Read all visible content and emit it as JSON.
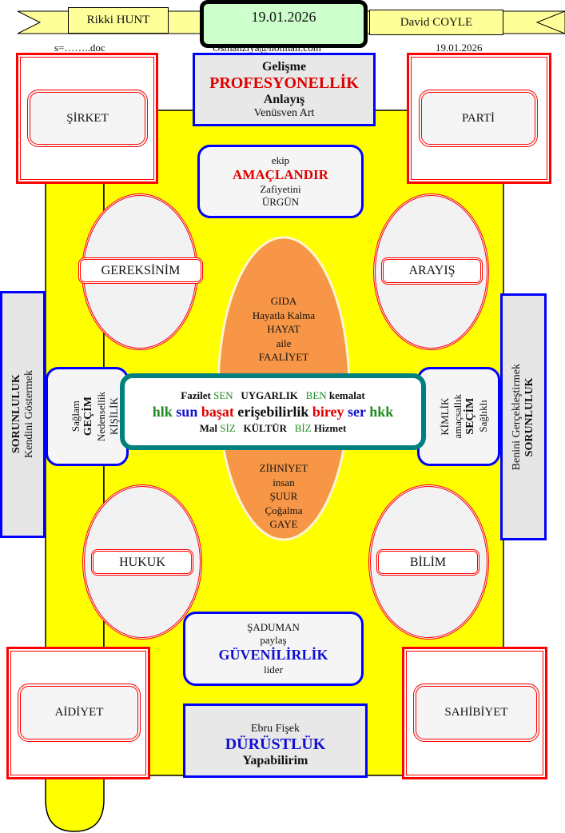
{
  "header": {
    "left_name": "Rikki HUNT",
    "date": "19.01.2026",
    "right_name": "David COYLE"
  },
  "subheader": {
    "doc": "s=……..doc",
    "email": "Osmanziya@hotmail.com",
    "date": "19.01.2026"
  },
  "corners": {
    "top_left": "ŞİRKET",
    "top_right": "PARTİ",
    "bottom_left": "AİDİYET",
    "bottom_right": "SAHİBİYET"
  },
  "top_box": {
    "line1": "Gelişme",
    "line2": "PROFESYONELLİK",
    "line3": "Anlayış",
    "line4": "Venüsven Art"
  },
  "ekip_box": {
    "line1": "ekip",
    "line2": "AMAÇLANDIR",
    "line3": "Zafiyetini",
    "line4": "ÜRGÜN"
  },
  "ellipses": {
    "top_left": "GEREKSİNİM",
    "top_right": "ARAYIŞ",
    "bottom_left": "HUKUK",
    "bottom_right": "BİLİM"
  },
  "orange_top": [
    "GIDA",
    "Hayatla Kalma",
    "HAYAT",
    "aile",
    "FAALİYET"
  ],
  "orange_bottom": [
    "ZİHNİYET",
    "insan",
    "ŞUUR",
    "Çoğalma",
    "GAYE"
  ],
  "left_side": {
    "title": "SORUNLULUK",
    "sub": "Kendini Göstermek"
  },
  "right_side": {
    "title": "SORUNLULUK",
    "sub": "Benini Gerçekleştirmek"
  },
  "left_inner": {
    "l1": "Sağlam",
    "l2": "GEÇİM",
    "l3": "Nedensellik",
    "l4": "KİŞİLİK"
  },
  "right_inner": {
    "l1": "KİMLİK",
    "l2": "amaçsallık",
    "l3": "SEÇİM",
    "l4": "Sağlıklı"
  },
  "center": {
    "row1": [
      "Fazilet",
      "SEN",
      "UYGARLIK",
      "BEN",
      "kemalat"
    ],
    "row2": [
      "hlk",
      "sun",
      "başat",
      "erişebilirlik",
      "birey",
      "ser",
      "hkk"
    ],
    "row3": [
      "Mal",
      "SİZ",
      "KÜLTÜR",
      "BİZ",
      "Hizmet"
    ]
  },
  "saduman_box": {
    "line1": "ŞADUMAN",
    "line2": "paylaş",
    "line3": "GÜVENİLİRLİK",
    "line4": "lider"
  },
  "bottom_box": {
    "line1": "Ebru Fişek",
    "line2": "DÜRÜSTLÜK",
    "line3": "Yapabilirim"
  },
  "colors": {
    "board": "#ffff00",
    "orange": "#f79646",
    "teal": "#008080",
    "ribbon": "#ffff99",
    "date_box": "#ccffcc"
  }
}
